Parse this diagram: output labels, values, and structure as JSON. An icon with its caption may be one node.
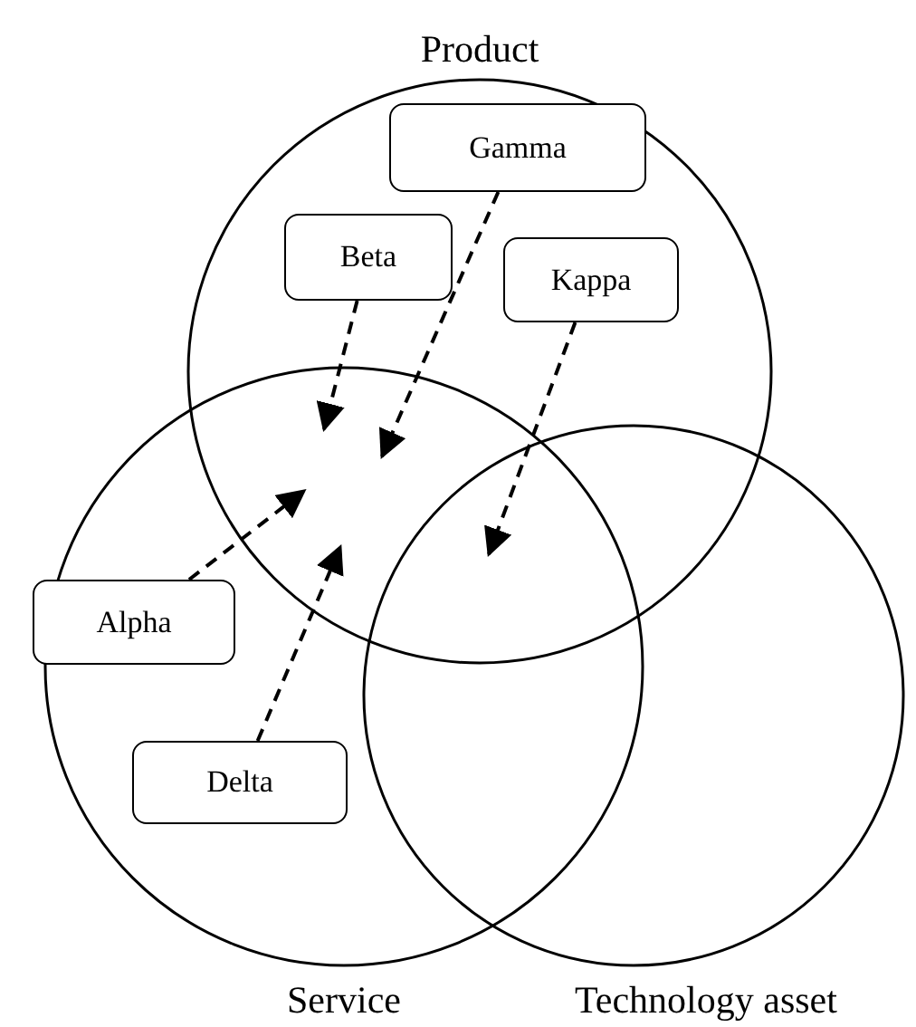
{
  "diagram": {
    "nodes": [
      {
        "text": [
          "Product"
        ]
      },
      {
        "text": [
          "Gamma"
        ],
        "in": 0
      },
      {
        "text": [
          "Beta"
        ],
        "in": 0
      },
      {
        "text": [
          "Kappa"
        ],
        "in": 0
      },
      {
        "text": [
          "Service"
        ]
      },
      {
        "text": [
          "Alpha"
        ]
      },
      {
        "text": [
          "Delta"
        ],
        "in": 4
      },
      {
        "text": [
          "Technology asset"
        ]
      }
    ],
    "edges": [
      {
        "from": 2,
        "to": null,
        "arrow": "to",
        "style": "dashed"
      },
      {
        "from": 1,
        "to": null,
        "arrow": "to",
        "style": "dashed"
      },
      {
        "from": 5,
        "to": null,
        "arrow": "to",
        "style": "dashed"
      },
      {
        "from": 6,
        "to": null,
        "arrow": "to",
        "style": "dashed"
      },
      {
        "from": 3,
        "to": 7,
        "arrow": "to",
        "style": "dashed"
      }
    ]
  }
}
